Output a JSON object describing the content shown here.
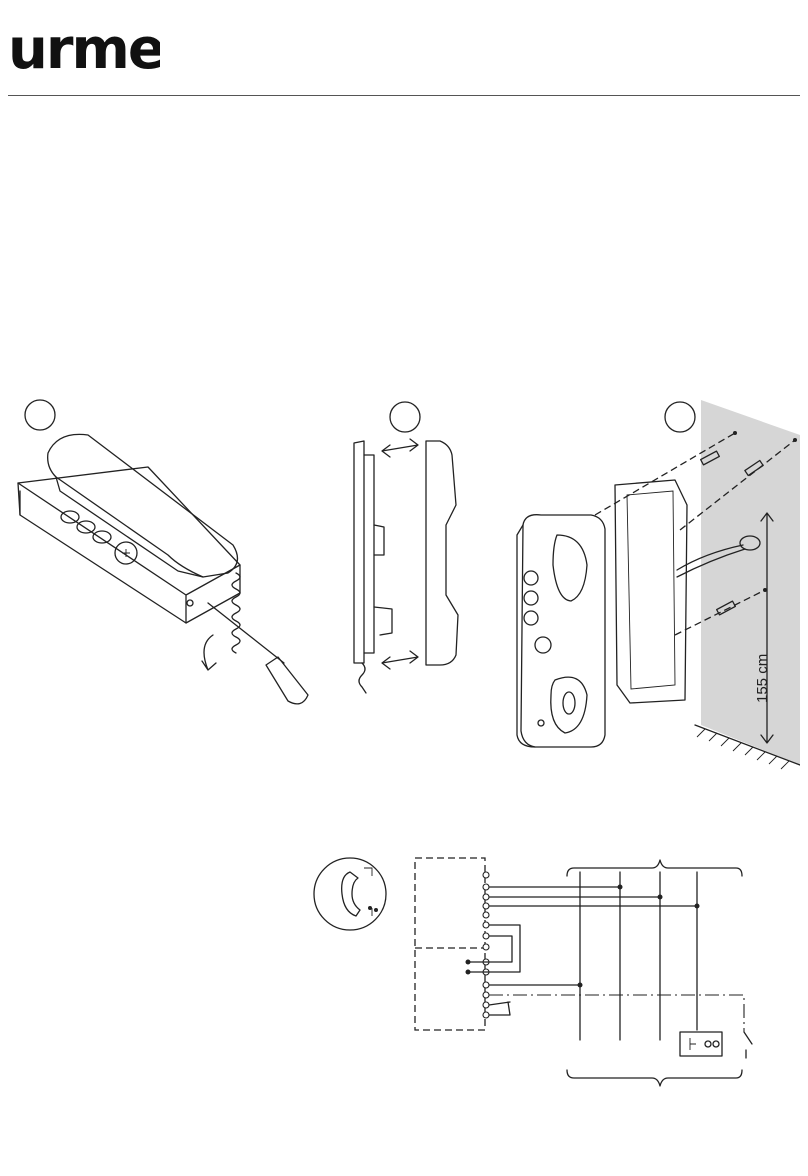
{
  "brand": {
    "name": "urmet"
  },
  "figures": [
    {
      "id": "step-1",
      "marker": ""
    },
    {
      "id": "step-2",
      "marker": ""
    },
    {
      "id": "step-3",
      "marker": "",
      "height_label": "155 cm"
    }
  ],
  "wiring_diagram": {
    "terminals_left": 14,
    "bus_lines": 4
  }
}
